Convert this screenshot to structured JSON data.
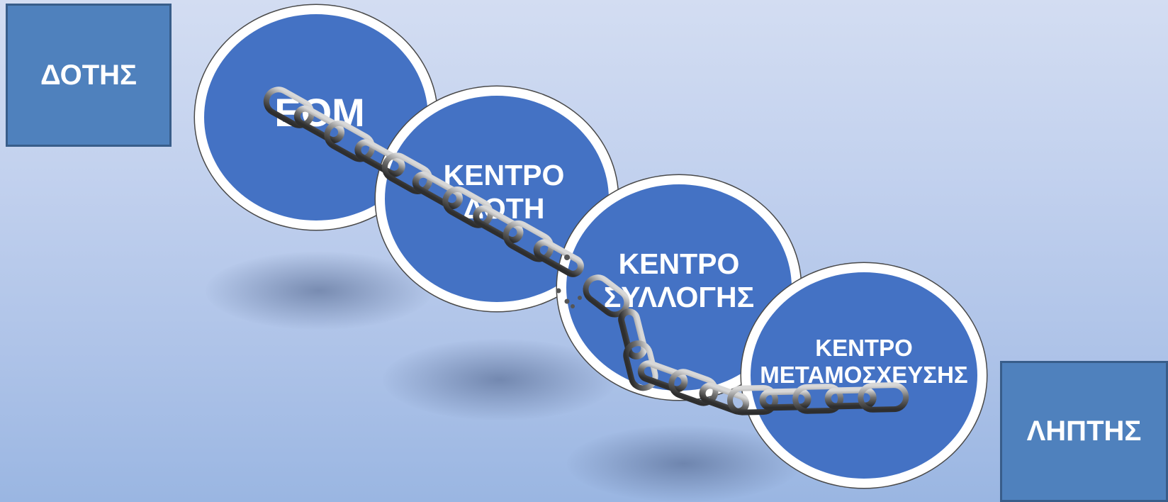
{
  "diagram": {
    "donor_label": "ΔΟΤΗΣ",
    "recipient_label": "ΛΗΠΤΗΣ",
    "nodes": [
      {
        "id": "eom",
        "label": "ΕΟΜ"
      },
      {
        "id": "donor_center",
        "line1": "ΚΕΝΤΡΟ",
        "line2": "ΔΟΤΗ"
      },
      {
        "id": "collection_center",
        "line1": "ΚΕΝΤΡΟ",
        "line2": "ΣΥΛΛΟΓΗΣ"
      },
      {
        "id": "transplant_center",
        "line1": "ΚΕΝΤΡΟ",
        "line2": "ΜΕΤΑΜΟΣΧΕΥΣΗΣ"
      }
    ],
    "chain_state": "broken"
  },
  "colors": {
    "node_fill": "#4472c4",
    "box_fill": "#4f81bd",
    "box_border": "#385d8a",
    "chain": "#6e6e6e"
  }
}
